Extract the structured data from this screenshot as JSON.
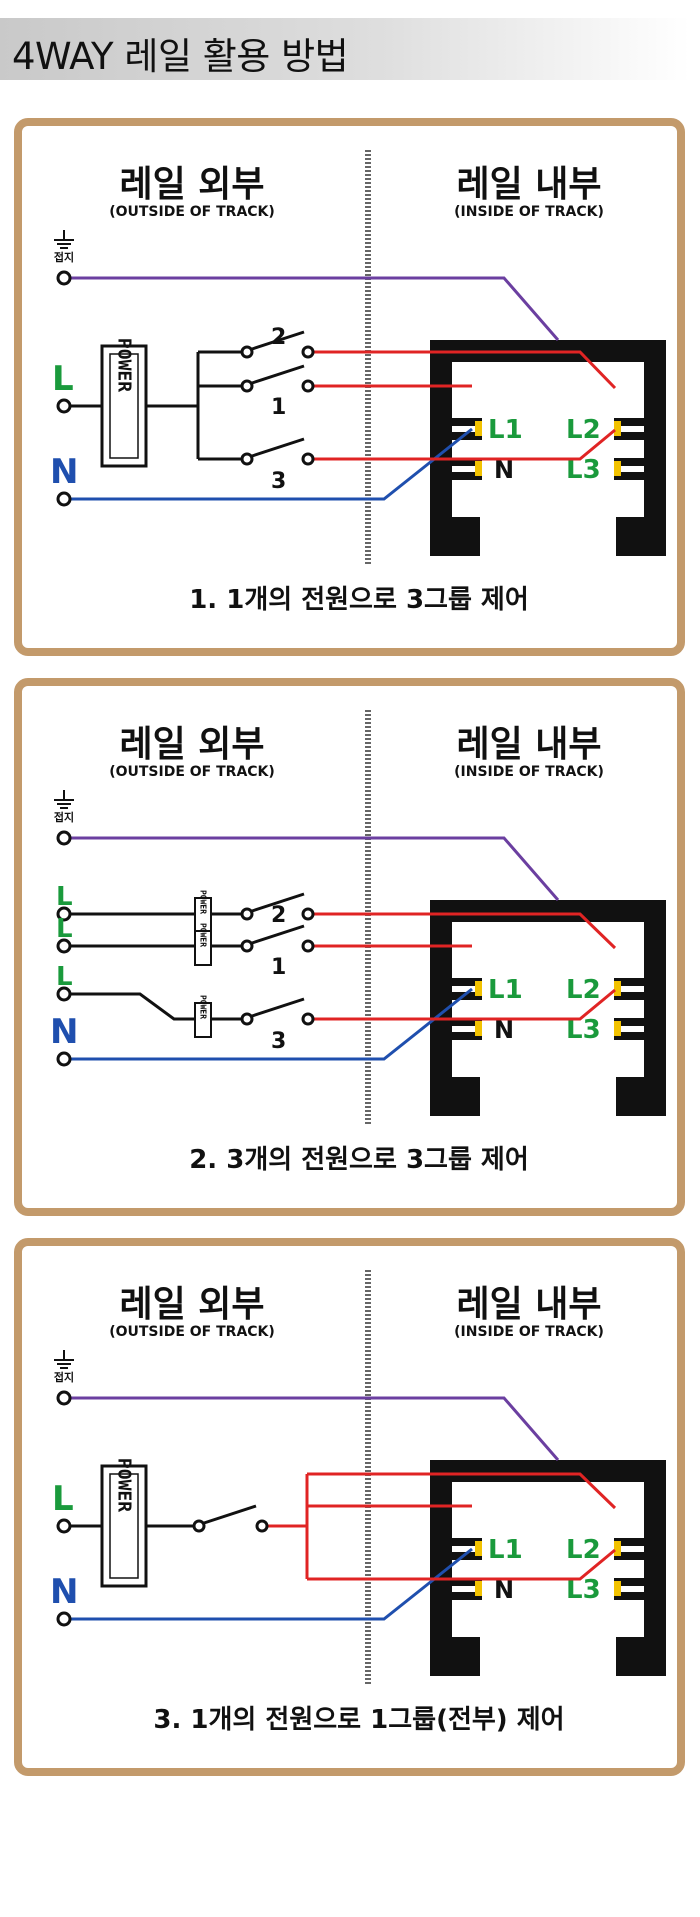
{
  "header": {
    "title": "4WAY 레일 활용 방법"
  },
  "labels": {
    "outside_kr": "레일 외부",
    "outside_en": "(OUTSIDE OF TRACK)",
    "inside_kr": "레일 내부",
    "inside_en": "(INSIDE OF TRACK)",
    "ground": "접지",
    "line": "L",
    "neutral": "N",
    "power": "POWER",
    "terminal_l1": "L1",
    "terminal_l2": "L2",
    "terminal_l3": "L3",
    "terminal_n": "N",
    "switch_1": "1",
    "switch_2": "2",
    "switch_3": "3"
  },
  "panels": [
    {
      "caption": "1. 1개의 전원으로 3그룹 제어"
    },
    {
      "caption": "2. 3개의 전원으로 3그룹 제어"
    },
    {
      "caption": "3. 1개의 전원으로 1그룹(전부) 제어"
    }
  ],
  "colors": {
    "frame": "#c39a6b",
    "ground_wire": "#6b3fa0",
    "live_wire": "#e02424",
    "neutral_wire": "#1f4fae",
    "label_green": "#1a9a3c",
    "label_blue": "#1f4fae",
    "contact": "#f2c200"
  }
}
